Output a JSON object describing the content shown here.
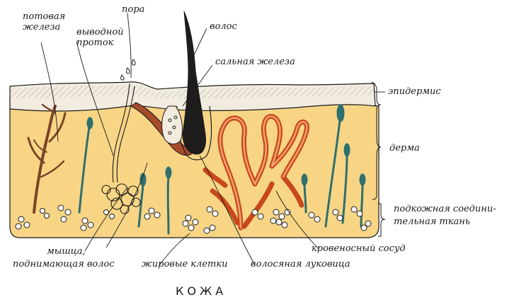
{
  "labels": {
    "sweat_gland": "потовая железа",
    "duct": "выводной проток",
    "pore": "пора",
    "hair": "волос",
    "sebaceous_gland": "сальная железа",
    "epidermis": "эпидермис",
    "dermis": "дерма",
    "subcutaneous_1": "подкожная соедини-",
    "subcutaneous_2": "тельная ткань",
    "blood_vessel": "кровеносный сосуд",
    "muscle_1": "мышца,",
    "muscle_2": "поднимающая волос",
    "fat_cells": "жировые клетки",
    "hair_bulb": "волосяная луковица"
  },
  "caption": "КОЖА",
  "colors": {
    "dermis": "#f7d585",
    "epidermis": "#f2ece0",
    "hair": "#1f1d1c",
    "vessel": "#c8481d",
    "vessel_inner": "#f2a26b",
    "muscle": "#a64b2b",
    "sweat_gland": "#7a4526",
    "receptor": "#2f6f6e",
    "fat_cell": "#ffffff",
    "ink": "#1a1a1a"
  }
}
